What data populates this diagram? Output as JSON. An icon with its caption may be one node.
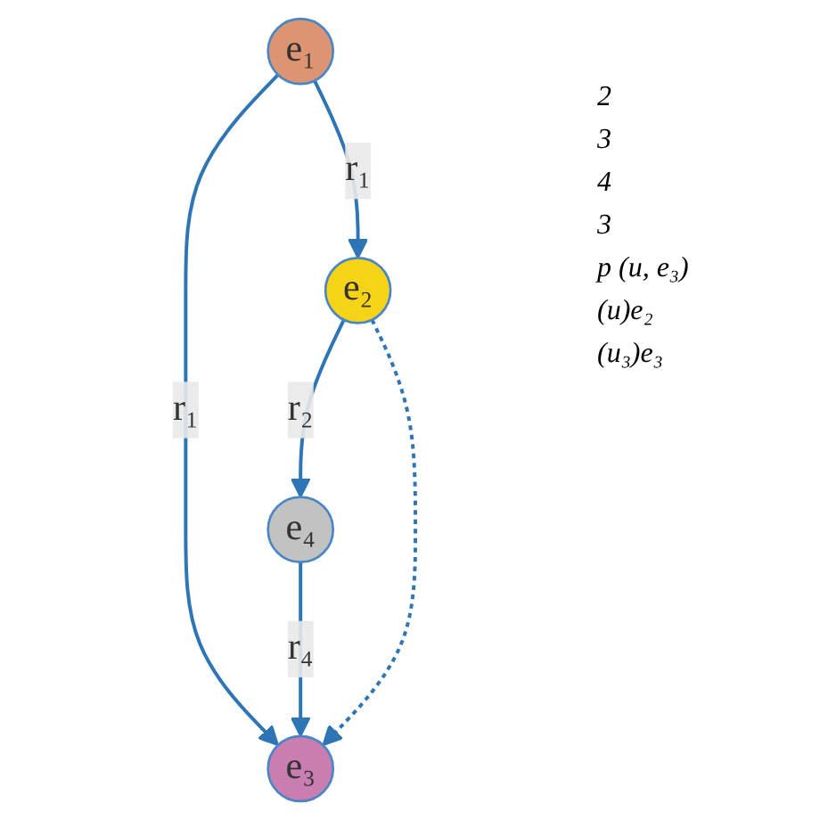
{
  "diagram": {
    "nodes": [
      {
        "text": [
          "e₁"
        ]
      },
      {
        "text": [
          "e₂"
        ]
      },
      {
        "text": [
          "e₃"
        ]
      },
      {
        "text": [
          "e₄"
        ]
      }
    ],
    "edges": [
      {
        "from": 0,
        "to": 1,
        "arrow": "to",
        "label": "r₁"
      },
      {
        "from": 0,
        "to": 2,
        "arrow": "to",
        "label": "r₁"
      },
      {
        "from": 1,
        "to": 3,
        "arrow": "to",
        "label": "r₂"
      },
      {
        "from": 3,
        "to": 2,
        "arrow": "to",
        "label": "r₄"
      },
      {
        "from": 1,
        "to": 2,
        "arrow": "to",
        "style": "dashed"
      }
    ],
    "labels": [
      "2",
      "3",
      "4",
      "3",
      "p (u, e₃)",
      "(u)e₂",
      "(u₃)e₃"
    ]
  }
}
